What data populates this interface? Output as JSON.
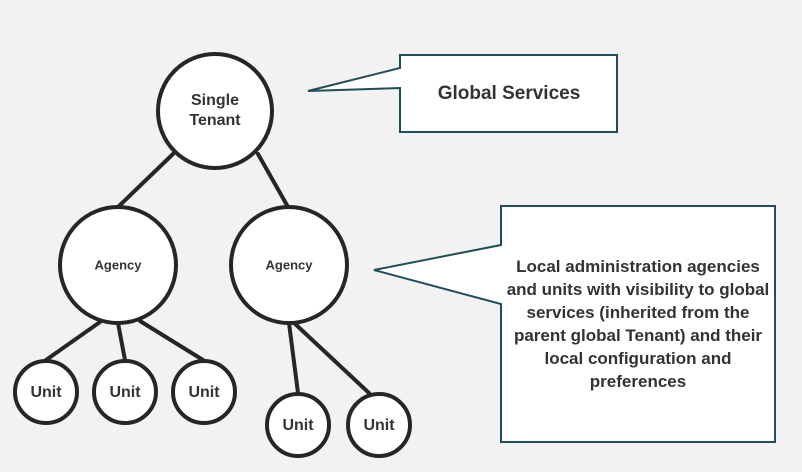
{
  "diagram": {
    "root": {
      "label_line1": "Single",
      "label_line2": "Tenant"
    },
    "agencies": [
      {
        "label": "Agency"
      },
      {
        "label": "Agency"
      }
    ],
    "units": [
      {
        "label": "Unit"
      },
      {
        "label": "Unit"
      },
      {
        "label": "Unit"
      },
      {
        "label": "Unit"
      },
      {
        "label": "Unit"
      }
    ],
    "callouts": {
      "global": "Global Services",
      "local": "Local administration agencies and units with visibility to global services (inherited from the parent global Tenant) and their local configuration and preferences"
    }
  }
}
